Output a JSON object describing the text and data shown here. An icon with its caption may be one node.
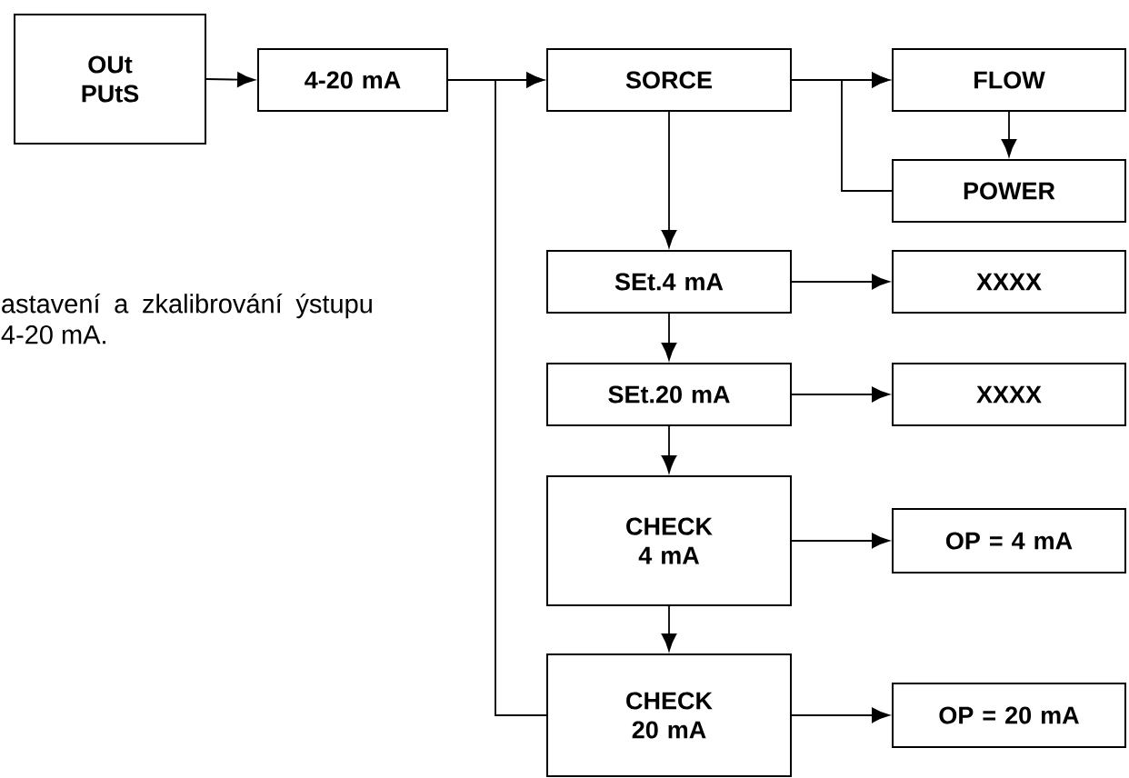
{
  "diagram": {
    "nodes": [
      {
        "text": [
          "OUt PUtS"
        ]
      },
      {
        "text": [
          "4-20 mA"
        ]
      },
      {
        "text": [
          "SORCE"
        ]
      },
      {
        "text": [
          "FLOW"
        ]
      },
      {
        "text": [
          "POWER"
        ]
      },
      {
        "text": [
          "SEt.4 mA"
        ]
      },
      {
        "text": [
          "XXXX"
        ]
      },
      {
        "text": [
          "SEt.20 mA"
        ]
      },
      {
        "text": [
          "XXXX"
        ]
      },
      {
        "text": [
          "CHECK 4 mA"
        ]
      },
      {
        "text": [
          "OP = 4 mA"
        ]
      },
      {
        "text": [
          "CHECK 20 mA"
        ]
      },
      {
        "text": [
          "OP = 20 mA"
        ]
      }
    ],
    "edges": [
      {
        "from": 0,
        "to": 1,
        "arrow": "to"
      },
      {
        "from": 1,
        "to": 2,
        "arrow": "to"
      },
      {
        "from": 11,
        "to": 2,
        "arrow": "to"
      },
      {
        "from": 2,
        "to": 3,
        "arrow": "to"
      },
      {
        "from": 3,
        "to": 4,
        "arrow": "to"
      },
      {
        "from": 4,
        "to": 3,
        "arrow": "to"
      },
      {
        "from": 2,
        "to": 5,
        "arrow": "to"
      },
      {
        "from": 5,
        "to": 6,
        "arrow": "to"
      },
      {
        "from": 5,
        "to": 7,
        "arrow": "to"
      },
      {
        "from": 7,
        "to": 8,
        "arrow": "to"
      },
      {
        "from": 7,
        "to": 9,
        "arrow": "to"
      },
      {
        "from": 9,
        "to": 10,
        "arrow": "to"
      },
      {
        "from": 9,
        "to": 11,
        "arrow": "to"
      },
      {
        "from": 11,
        "to": 12,
        "arrow": "to"
      }
    ],
    "labels": [
      "astavení a zkalibrování ýstupu 4-20 mA."
    ]
  }
}
